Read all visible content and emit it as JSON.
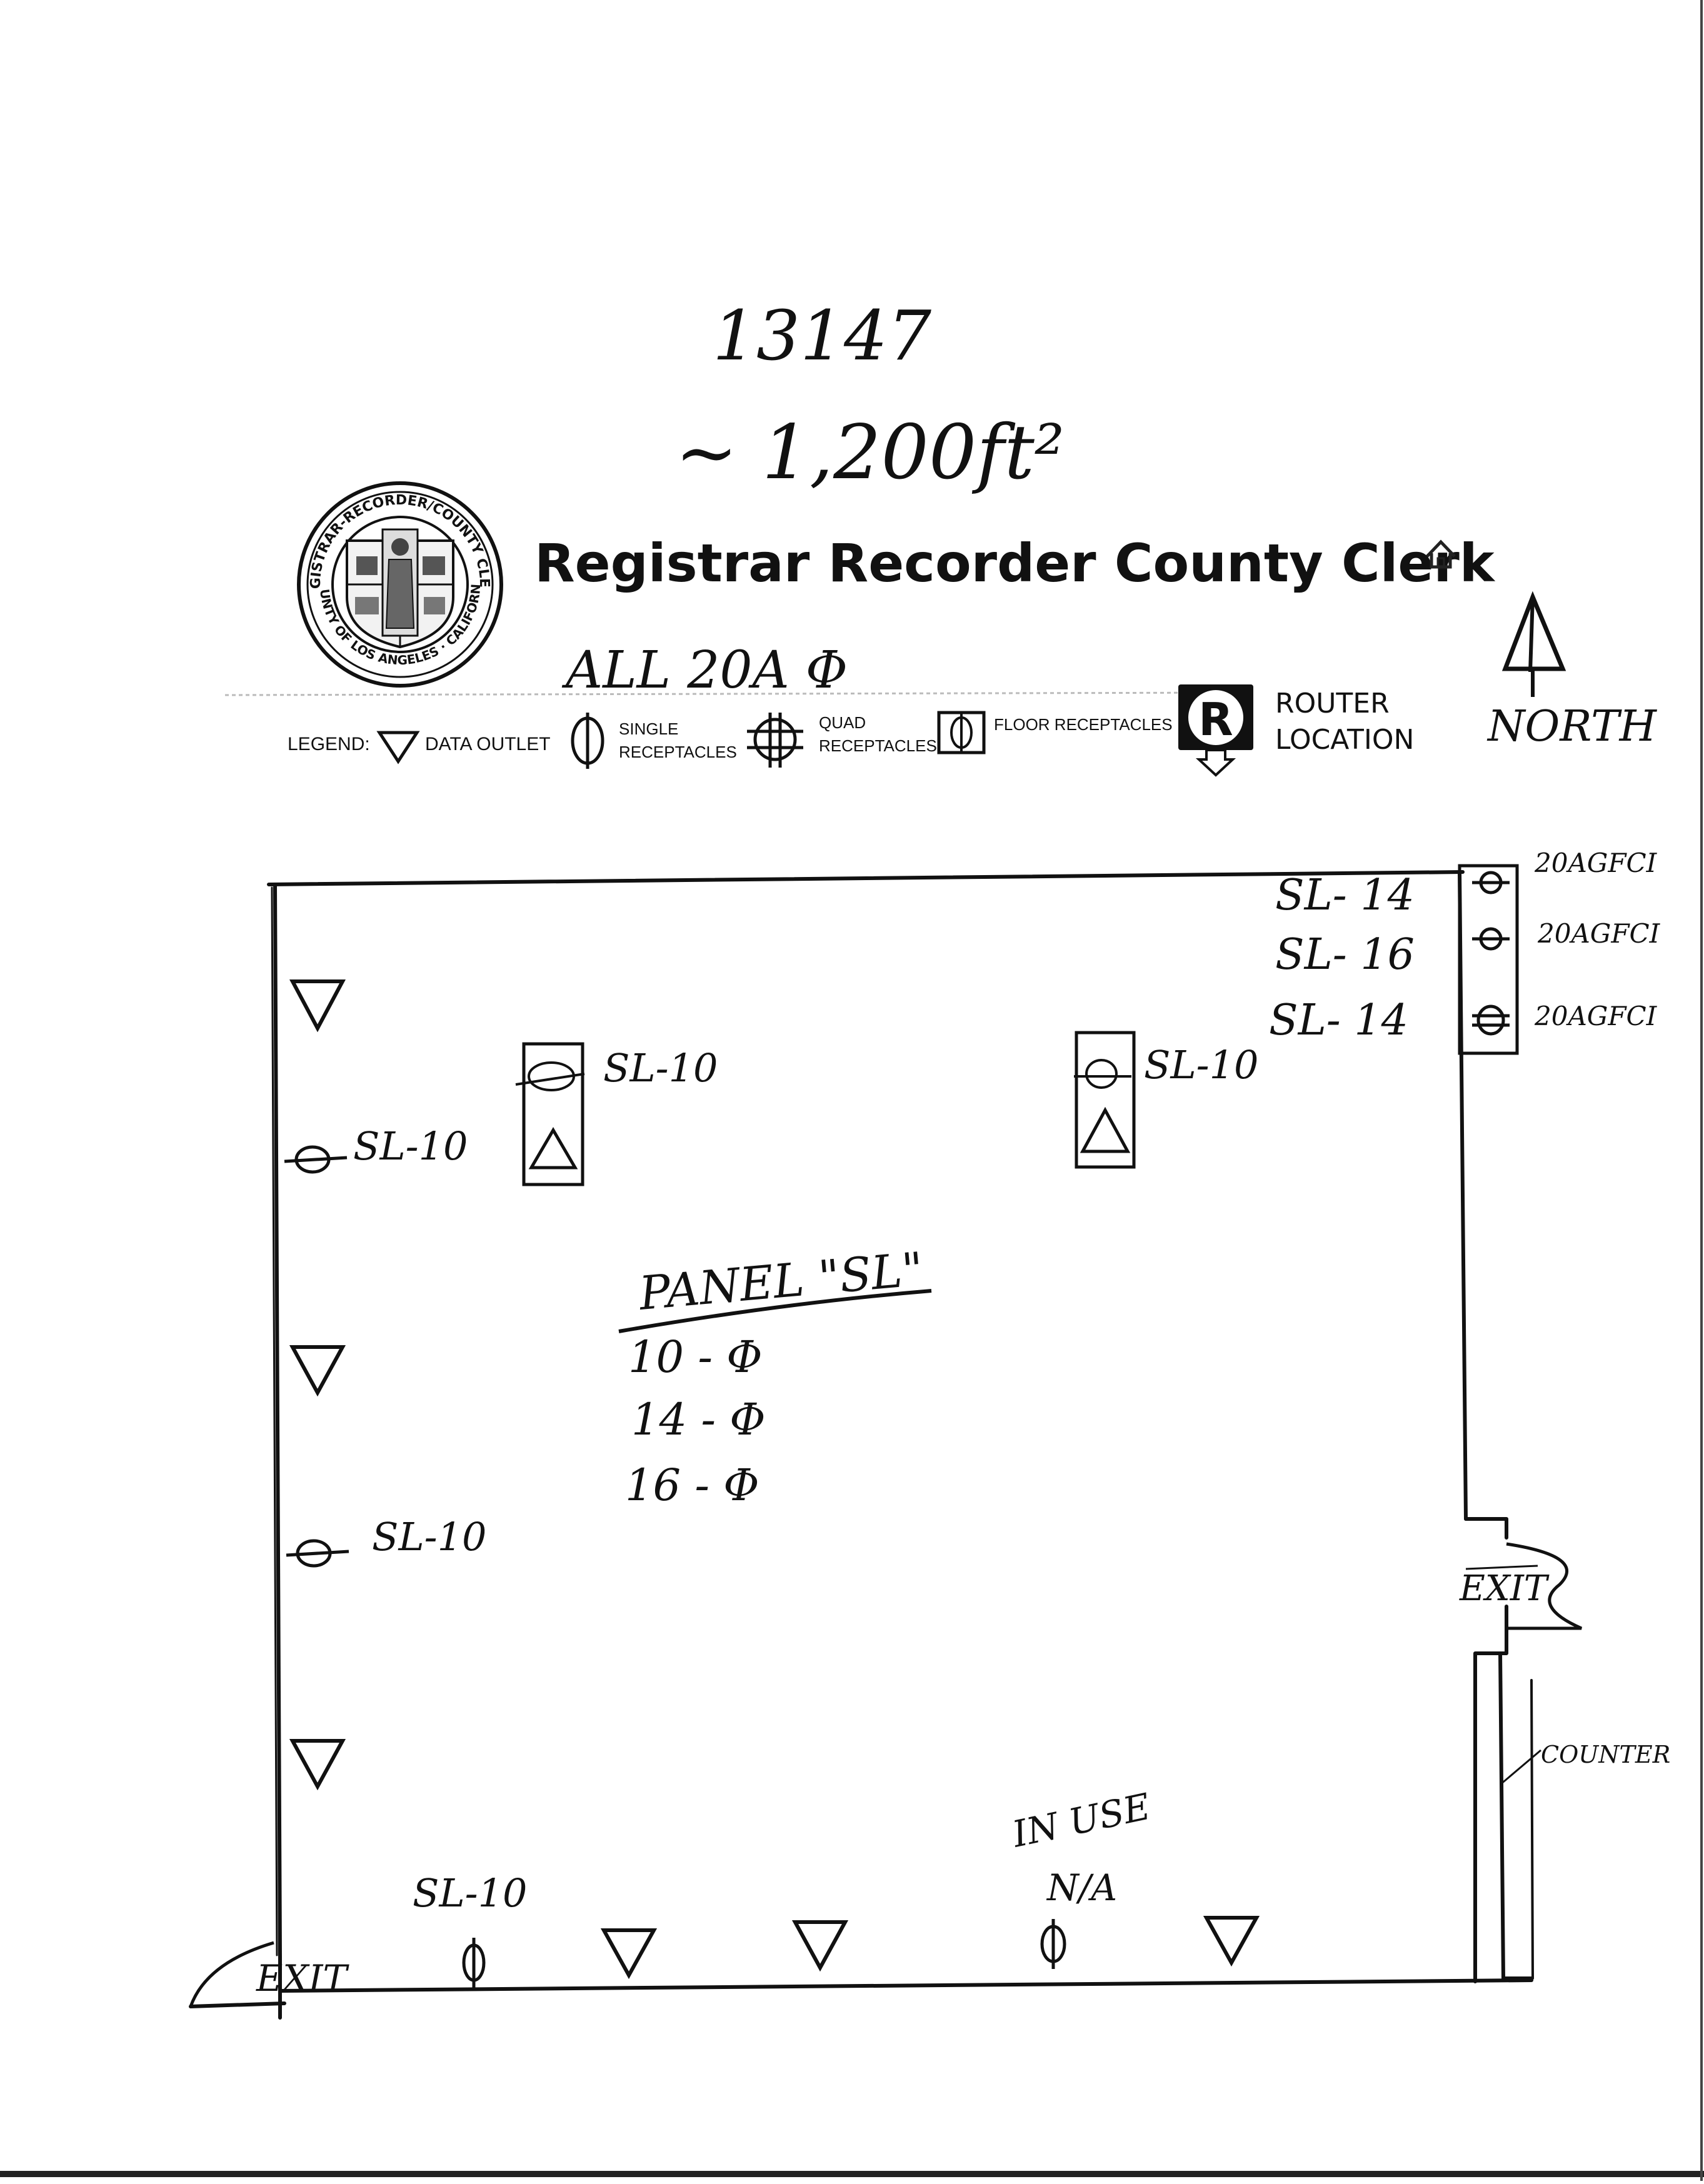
{
  "document": {
    "handwritten_id": "13147",
    "handwritten_area": "~ 1,200ft²",
    "title": "Registrar Recorder County Clerk",
    "subtitle_note": "ALL 20A Φ",
    "north_label": "NORTH",
    "seal": {
      "top_text": "REGISTRAR-RECORDER/COUNTY CLERK",
      "bottom_text": "COUNTY OF LOS ANGELES · CALIFORNIA"
    }
  },
  "legend": {
    "label": "LEGEND:",
    "items": [
      {
        "icon": "triangle-down-icon",
        "text": "DATA OUTLET"
      },
      {
        "icon": "single-receptacle-icon",
        "line1": "SINGLE",
        "line2": "RECEPTACLES"
      },
      {
        "icon": "quad-receptacle-icon",
        "line1": "QUAD",
        "line2": "RECEPTACLES"
      },
      {
        "icon": "floor-receptacle-icon",
        "text": "FLOOR RECEPTACLES"
      },
      {
        "icon": "router-icon",
        "glyph": "R",
        "line1": "ROUTER",
        "line2": "LOCATION"
      }
    ]
  },
  "plan": {
    "labels": {
      "sl14_top": "SL- 14",
      "sl16": "SL- 16",
      "sl14_bottom": "SL- 14",
      "gfci_1": "20AGFCI",
      "gfci_2": "20AGFCI",
      "gfci_3": "20AGFCI",
      "floor_box_left": "SL-10",
      "floor_box_right": "SL-10",
      "left_wall_upper": "SL-10",
      "left_wall_lower": "SL-10",
      "bottom_outlet": "SL-10",
      "in_use_1": "IN USE",
      "in_use_2": "N/A",
      "exit_right": "EXIT",
      "exit_bottom": "EXIT",
      "counter": "COUNTER"
    },
    "panel": {
      "title": "PANEL \"SL\"",
      "rows": [
        "10 - Φ",
        "14 - Φ",
        "16 - Φ"
      ]
    }
  }
}
